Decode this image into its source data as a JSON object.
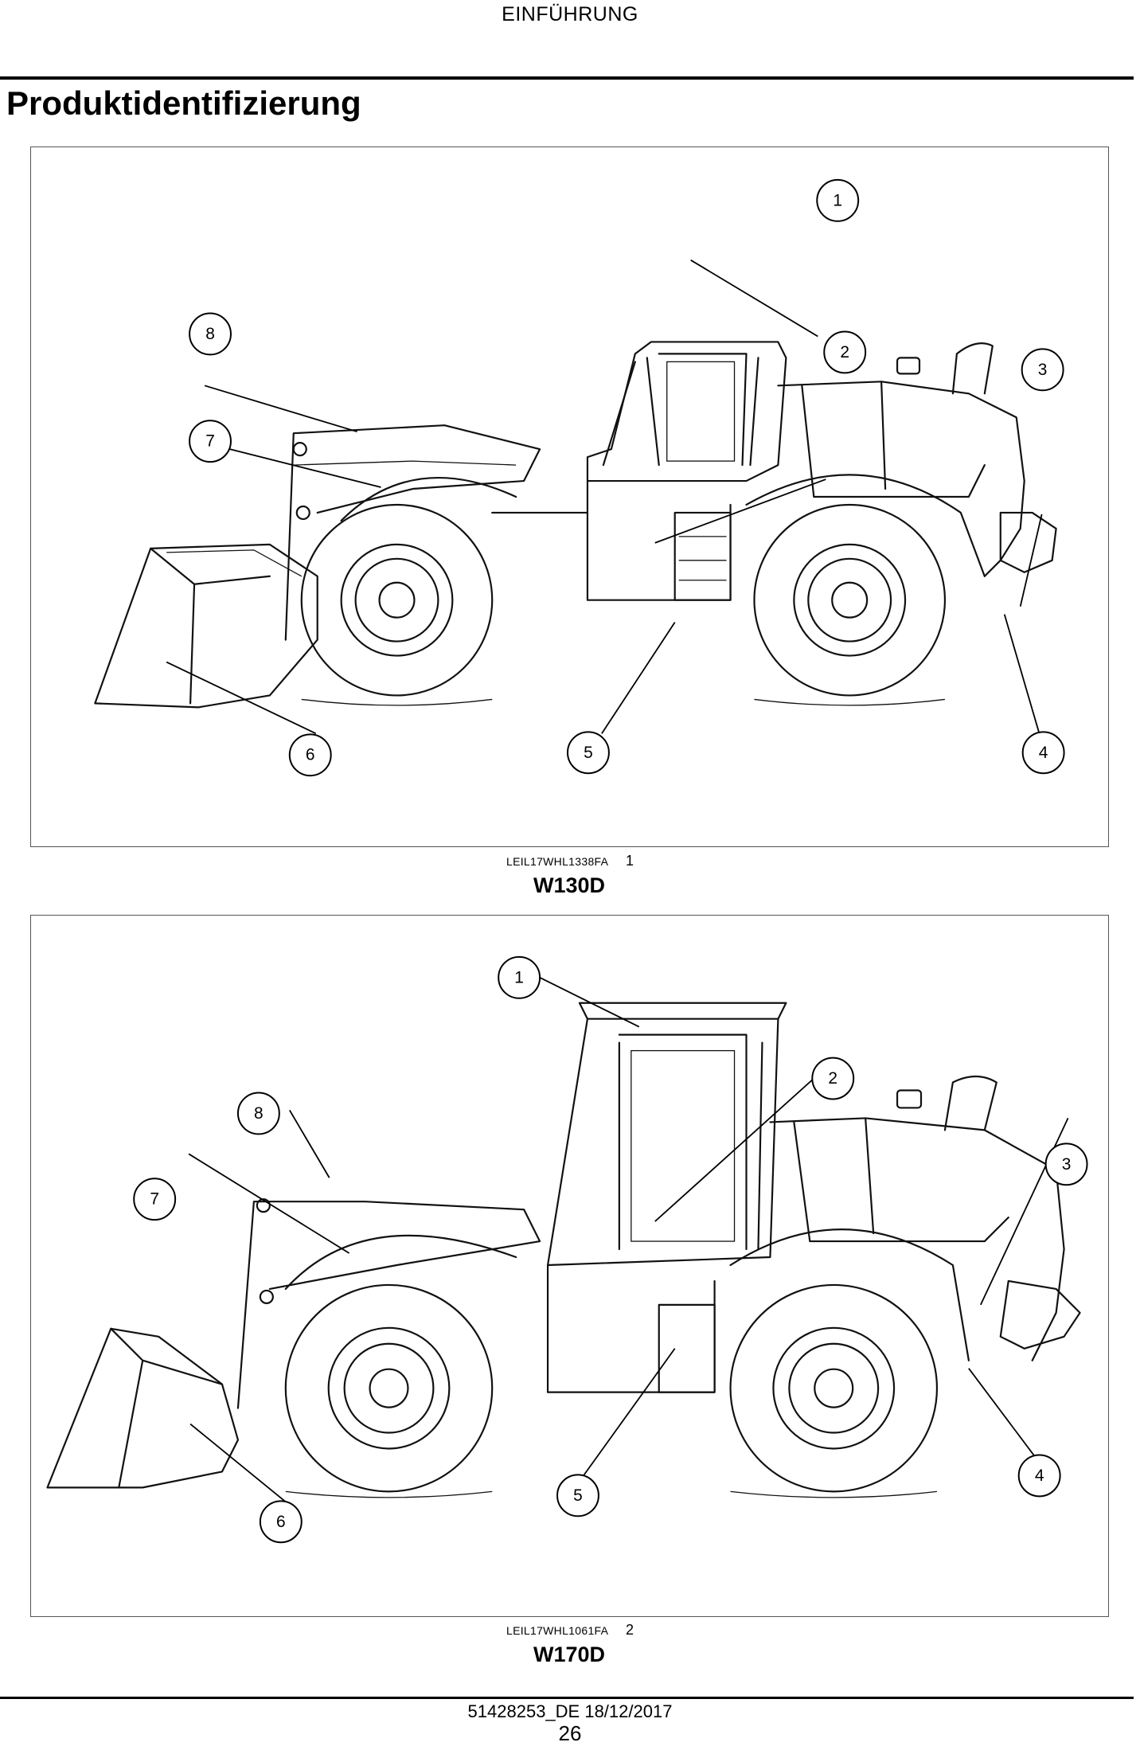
{
  "header": {
    "section": "EINFÜHRUNG"
  },
  "page_title": "Produktidentifizierung",
  "figures": [
    {
      "ref_code": "LEIL17WHL1338FA",
      "number": "1",
      "caption": "W130D",
      "callouts": [
        "1",
        "2",
        "3",
        "4",
        "5",
        "6",
        "7",
        "8"
      ]
    },
    {
      "ref_code": "LEIL17WHL1061FA",
      "number": "2",
      "caption": "W170D",
      "callouts": [
        "1",
        "2",
        "3",
        "4",
        "5",
        "6",
        "7",
        "8"
      ]
    }
  ],
  "footer": {
    "doc_ref": "51428253_DE 18/12/2017",
    "page_number": "26"
  }
}
